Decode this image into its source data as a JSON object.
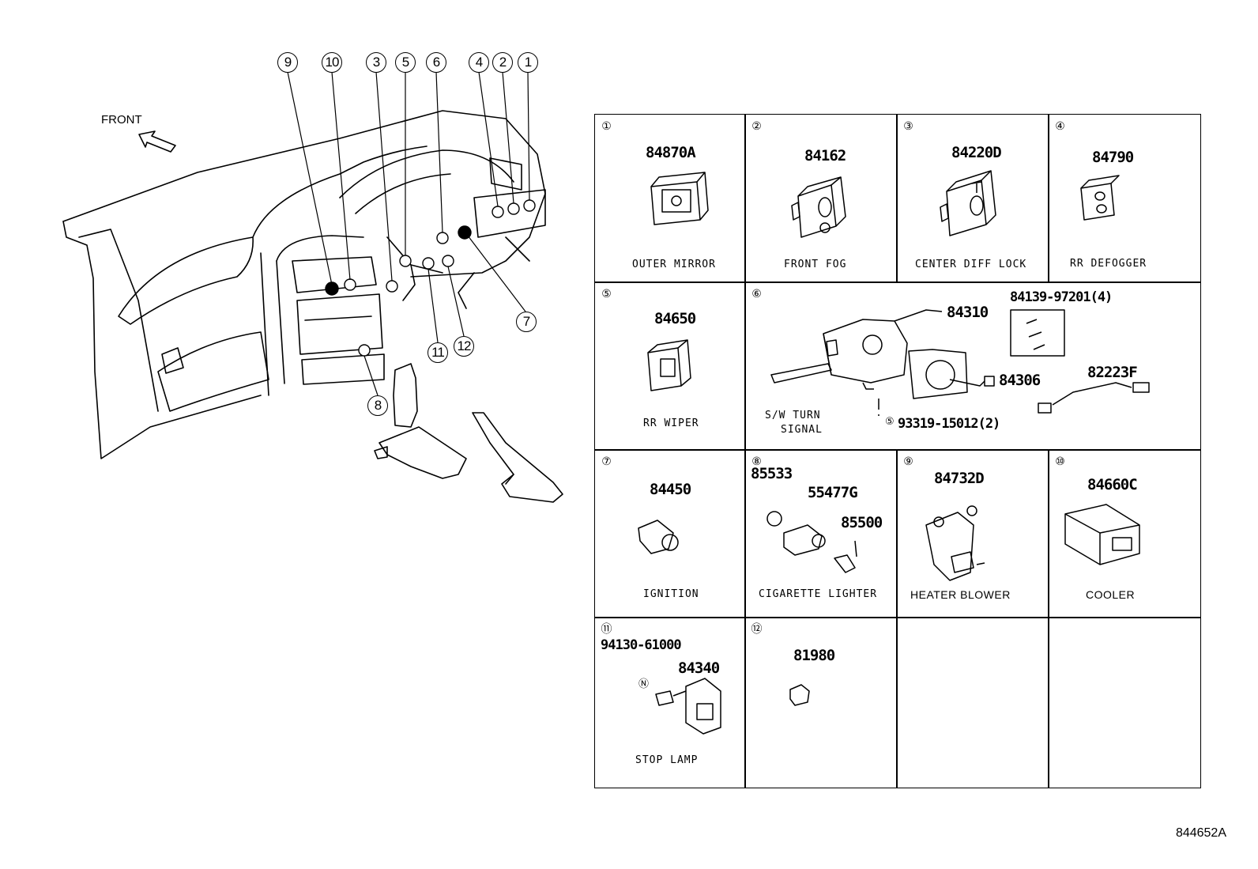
{
  "front_label": "FRONT",
  "diagram_code": "844652A",
  "dash_callouts": [
    {
      "id": "9",
      "glyph": "⑨"
    },
    {
      "id": "10",
      "glyph": "⑩"
    },
    {
      "id": "3",
      "glyph": "③"
    },
    {
      "id": "5",
      "glyph": "⑤"
    },
    {
      "id": "6",
      "glyph": "⑥"
    },
    {
      "id": "4",
      "glyph": "④"
    },
    {
      "id": "2",
      "glyph": "②"
    },
    {
      "id": "1",
      "glyph": "①"
    },
    {
      "id": "7",
      "glyph": "⑦"
    },
    {
      "id": "11",
      "glyph": "⑪"
    },
    {
      "id": "12",
      "glyph": "⑫"
    },
    {
      "id": "8",
      "glyph": "⑧"
    }
  ],
  "cells": [
    {
      "num": "①",
      "parts": [
        "84870A"
      ],
      "caption": "OUTER MIRROR"
    },
    {
      "num": "②",
      "parts": [
        "84162"
      ],
      "caption": "FRONT FOG"
    },
    {
      "num": "③",
      "parts": [
        "84220D"
      ],
      "caption": "CENTER DIFF LOCK"
    },
    {
      "num": "④",
      "parts": [
        "84790"
      ],
      "caption": "RR DEFOGGER"
    },
    {
      "num": "⑤",
      "parts": [
        "84650"
      ],
      "caption": "RR WIPER"
    },
    {
      "num": "⑥",
      "parts": [
        "84310",
        "84139-97201(4)",
        "84306",
        "82223F",
        "93319-15012(2)"
      ],
      "caption": [
        "S/W TURN",
        "SIGNAL"
      ],
      "marker": "⑤"
    },
    {
      "num": "⑦",
      "parts": [
        "84450"
      ],
      "caption": "IGNITION"
    },
    {
      "num": "⑧",
      "parts": [
        "85533",
        "55477G",
        "85500"
      ],
      "caption": "CIGARETTE LIGHTER"
    },
    {
      "num": "⑨",
      "parts": [
        "84732D"
      ],
      "caption": "HEATER BLOWER"
    },
    {
      "num": "⑩",
      "parts": [
        "84660C"
      ],
      "caption": "COOLER"
    },
    {
      "num": "⑪",
      "parts": [
        "94130-61000",
        "84340"
      ],
      "caption": "STOP LAMP",
      "marker": "Ⓝ"
    },
    {
      "num": "⑫",
      "parts": [
        "81980"
      ],
      "caption": ""
    }
  ]
}
